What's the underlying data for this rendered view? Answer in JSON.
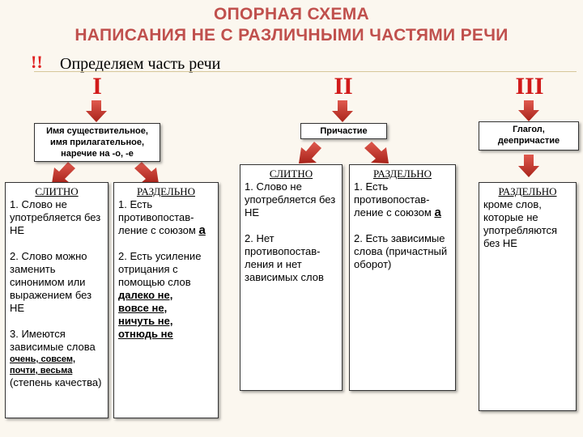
{
  "title_line1": "ОПОРНАЯ СХЕМА",
  "title_line2": "НАПИСАНИЯ НЕ С РАЗЛИЧНЫМИ ЧАСТЯМИ РЕЧИ",
  "marker": "!!",
  "subtitle": "Определяем часть речи",
  "colors": {
    "title": "#c0504d",
    "roman": "#d11a1a",
    "arrow": "#c0392b"
  },
  "groups": [
    {
      "roman": "I",
      "header": "Имя существительное, имя прилагательное, наречие на -о, -е",
      "together": {
        "heading": "СЛИТНО",
        "p1": "1. Слово не употребляется без НЕ",
        "p2": "2. Слово можно заменить синонимом или выражением без НЕ",
        "p3": "3. Имеются зависимые слова",
        "words": "очень, совсем, почти, весьма",
        "tail": "(степень качества)"
      },
      "separate": {
        "heading": "РАЗДЕЛЬНО",
        "p1": "1. Есть противопостав-ление с союзом",
        "conj": "а",
        "p2": "2. Есть усиление отрицания с помощью слов",
        "words": [
          "далеко не,",
          "вовсе не,",
          "ничуть не,",
          "отнюдь не"
        ]
      }
    },
    {
      "roman": "II",
      "header": "Причастие",
      "together": {
        "heading": "СЛИТНО",
        "p1": "1. Слово не употребляется без НЕ",
        "p2": "2. Нет противопостав-ления и нет зависимых слов"
      },
      "separate": {
        "heading": "РАЗДЕЛЬНО",
        "p1": "1. Есть противопостав-ление с союзом",
        "conj": "а",
        "p2": "2. Есть зависимые слова (причастный оборот)"
      }
    },
    {
      "roman": "III",
      "header": "Глагол, деепричастие",
      "separate": {
        "heading": "РАЗДЕЛЬНО",
        "p1": "кроме слов, которые не употребляются без НЕ"
      }
    }
  ]
}
